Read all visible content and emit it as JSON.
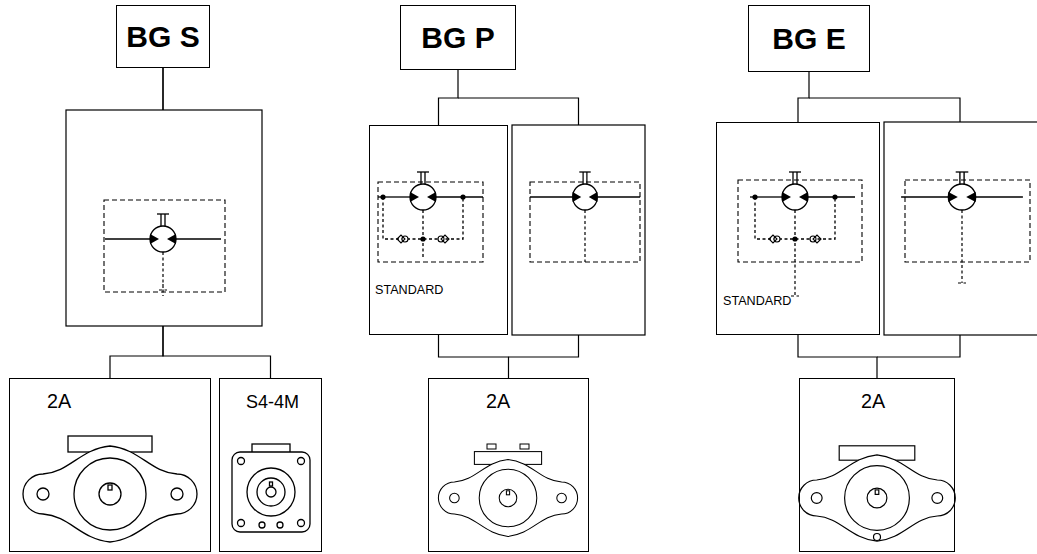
{
  "diagram": {
    "nodes": [
      {
        "text": [
          "BG S"
        ]
      },
      {
        "text": [
          "2A"
        ]
      },
      {
        "text": [
          "S4-4M"
        ]
      },
      {
        "text": [
          "BG P"
        ]
      },
      {
        "text": [
          "STANDARD"
        ]
      },
      {
        "text": [
          "2A"
        ]
      },
      {
        "text": [
          "BG E"
        ]
      },
      {
        "text": [
          "STANDARD"
        ]
      },
      {
        "text": [
          "2A"
        ]
      }
    ],
    "edges": [
      {
        "from": 0,
        "to": 1,
        "arrow": "none"
      },
      {
        "from": 0,
        "to": 2,
        "arrow": "none"
      },
      {
        "from": 3,
        "to": 4,
        "arrow": "none"
      },
      {
        "from": 4,
        "to": 5,
        "arrow": "none"
      },
      {
        "from": 6,
        "to": 7,
        "arrow": "none"
      },
      {
        "from": 7,
        "to": 8,
        "arrow": "none"
      }
    ]
  }
}
